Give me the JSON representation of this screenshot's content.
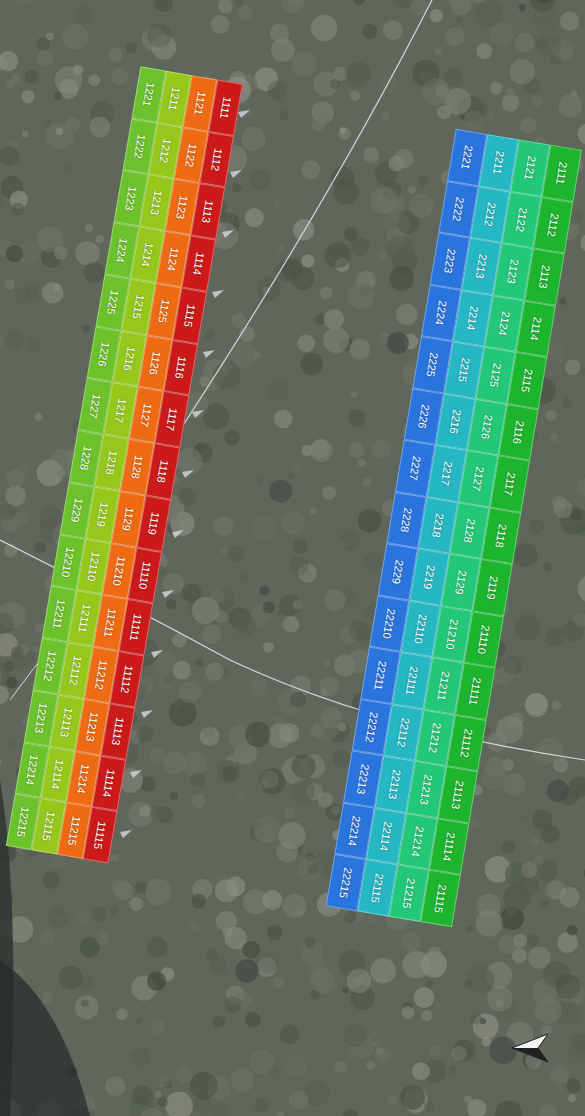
{
  "diagram": {
    "nodes": [
      {
        "text": [
          "1111"
        ]
      },
      {
        "text": [
          "1112"
        ]
      },
      {
        "text": [
          "1113"
        ]
      },
      {
        "text": [
          "1114"
        ]
      },
      {
        "text": [
          "1115"
        ]
      },
      {
        "text": [
          "1116"
        ]
      },
      {
        "text": [
          "1117"
        ]
      },
      {
        "text": [
          "1118"
        ]
      },
      {
        "text": [
          "1119"
        ]
      },
      {
        "text": [
          "11110"
        ]
      },
      {
        "text": [
          "11111"
        ]
      },
      {
        "text": [
          "11112"
        ]
      },
      {
        "text": [
          "11113"
        ]
      },
      {
        "text": [
          "11114"
        ]
      },
      {
        "text": [
          "11115"
        ]
      },
      {
        "text": [
          "1121"
        ]
      },
      {
        "text": [
          "1122"
        ]
      },
      {
        "text": [
          "1123"
        ]
      },
      {
        "text": [
          "1124"
        ]
      },
      {
        "text": [
          "1125"
        ]
      },
      {
        "text": [
          "1126"
        ]
      },
      {
        "text": [
          "1127"
        ]
      },
      {
        "text": [
          "1128"
        ]
      },
      {
        "text": [
          "1129"
        ]
      },
      {
        "text": [
          "11210"
        ]
      },
      {
        "text": [
          "11211"
        ]
      },
      {
        "text": [
          "11212"
        ]
      },
      {
        "text": [
          "11213"
        ]
      },
      {
        "text": [
          "11214"
        ]
      },
      {
        "text": [
          "11215"
        ]
      },
      {
        "text": [
          "1211"
        ]
      },
      {
        "text": [
          "1212"
        ]
      },
      {
        "text": [
          "1213"
        ]
      },
      {
        "text": [
          "1214"
        ]
      },
      {
        "text": [
          "1215"
        ]
      },
      {
        "text": [
          "1216"
        ]
      },
      {
        "text": [
          "1217"
        ]
      },
      {
        "text": [
          "1218"
        ]
      },
      {
        "text": [
          "1219"
        ]
      },
      {
        "text": [
          "12110"
        ]
      },
      {
        "text": [
          "12111"
        ]
      },
      {
        "text": [
          "12112"
        ]
      },
      {
        "text": [
          "12113"
        ]
      },
      {
        "text": [
          "12114"
        ]
      },
      {
        "text": [
          "12115"
        ]
      },
      {
        "text": [
          "1221"
        ]
      },
      {
        "text": [
          "1222"
        ]
      },
      {
        "text": [
          "1223"
        ]
      },
      {
        "text": [
          "1224"
        ]
      },
      {
        "text": [
          "1225"
        ]
      },
      {
        "text": [
          "1226"
        ]
      },
      {
        "text": [
          "1227"
        ]
      },
      {
        "text": [
          "1228"
        ]
      },
      {
        "text": [
          "1229"
        ]
      },
      {
        "text": [
          "12210"
        ]
      },
      {
        "text": [
          "12211"
        ]
      },
      {
        "text": [
          "12212"
        ]
      },
      {
        "text": [
          "12213"
        ]
      },
      {
        "text": [
          "12214"
        ]
      },
      {
        "text": [
          "12215"
        ]
      },
      {
        "text": [
          "2111"
        ]
      },
      {
        "text": [
          "2112"
        ]
      },
      {
        "text": [
          "2113"
        ]
      },
      {
        "text": [
          "2114"
        ]
      },
      {
        "text": [
          "2115"
        ]
      },
      {
        "text": [
          "2116"
        ]
      },
      {
        "text": [
          "2117"
        ]
      },
      {
        "text": [
          "2118"
        ]
      },
      {
        "text": [
          "2119"
        ]
      },
      {
        "text": [
          "21110"
        ]
      },
      {
        "text": [
          "21111"
        ]
      },
      {
        "text": [
          "21112"
        ]
      },
      {
        "text": [
          "21113"
        ]
      },
      {
        "text": [
          "21114"
        ]
      },
      {
        "text": [
          "21115"
        ]
      },
      {
        "text": [
          "2121"
        ]
      },
      {
        "text": [
          "2122"
        ]
      },
      {
        "text": [
          "2123"
        ]
      },
      {
        "text": [
          "2124"
        ]
      },
      {
        "text": [
          "2125"
        ]
      },
      {
        "text": [
          "2126"
        ]
      },
      {
        "text": [
          "2127"
        ]
      },
      {
        "text": [
          "2128"
        ]
      },
      {
        "text": [
          "2129"
        ]
      },
      {
        "text": [
          "21210"
        ]
      },
      {
        "text": [
          "21211"
        ]
      },
      {
        "text": [
          "21212"
        ]
      },
      {
        "text": [
          "21213"
        ]
      },
      {
        "text": [
          "21214"
        ]
      },
      {
        "text": [
          "21215"
        ]
      },
      {
        "text": [
          "2211"
        ]
      },
      {
        "text": [
          "2212"
        ]
      },
      {
        "text": [
          "2213"
        ]
      },
      {
        "text": [
          "2214"
        ]
      },
      {
        "text": [
          "2215"
        ]
      },
      {
        "text": [
          "2216"
        ]
      },
      {
        "text": [
          "2217"
        ]
      },
      {
        "text": [
          "2218"
        ]
      },
      {
        "text": [
          "2219"
        ]
      },
      {
        "text": [
          "22110"
        ]
      },
      {
        "text": [
          "22111"
        ]
      },
      {
        "text": [
          "22112"
        ]
      },
      {
        "text": [
          "22113"
        ]
      },
      {
        "text": [
          "22114"
        ]
      },
      {
        "text": [
          "22115"
        ]
      },
      {
        "text": [
          "2221"
        ]
      },
      {
        "text": [
          "2222"
        ]
      },
      {
        "text": [
          "2223"
        ]
      },
      {
        "text": [
          "2224"
        ]
      },
      {
        "text": [
          "2225"
        ]
      },
      {
        "text": [
          "2226"
        ]
      },
      {
        "text": [
          "2227"
        ]
      },
      {
        "text": [
          "2228"
        ]
      },
      {
        "text": [
          "2229"
        ]
      },
      {
        "text": [
          "22210"
        ]
      },
      {
        "text": [
          "22211"
        ]
      },
      {
        "text": [
          "22212"
        ]
      },
      {
        "text": [
          "22213"
        ]
      },
      {
        "text": [
          "22214"
        ]
      },
      {
        "text": [
          "22215"
        ]
      }
    ]
  }
}
